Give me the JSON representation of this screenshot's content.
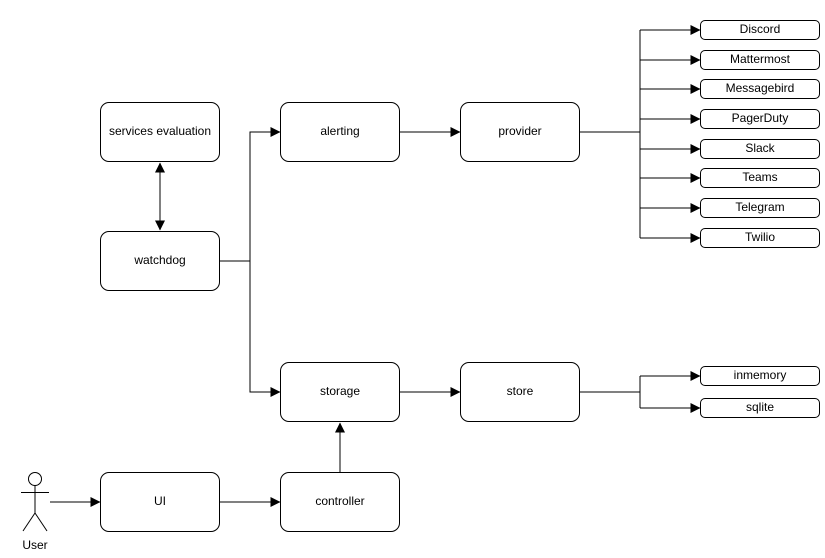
{
  "diagram": {
    "nodes": {
      "services_evaluation": "services evaluation",
      "watchdog": "watchdog",
      "alerting": "alerting",
      "provider": "provider",
      "storage": "storage",
      "store": "store",
      "ui": "UI",
      "controller": "controller"
    },
    "providers": [
      "Discord",
      "Mattermost",
      "Messagebird",
      "PagerDuty",
      "Slack",
      "Teams",
      "Telegram",
      "Twilio"
    ],
    "stores": [
      "inmemory",
      "sqlite"
    ],
    "actor": {
      "label": "User"
    },
    "colors": {
      "stroke": "#000000",
      "node_fill": "#ffffff",
      "background": "#ffffff",
      "text": "#000000"
    }
  }
}
